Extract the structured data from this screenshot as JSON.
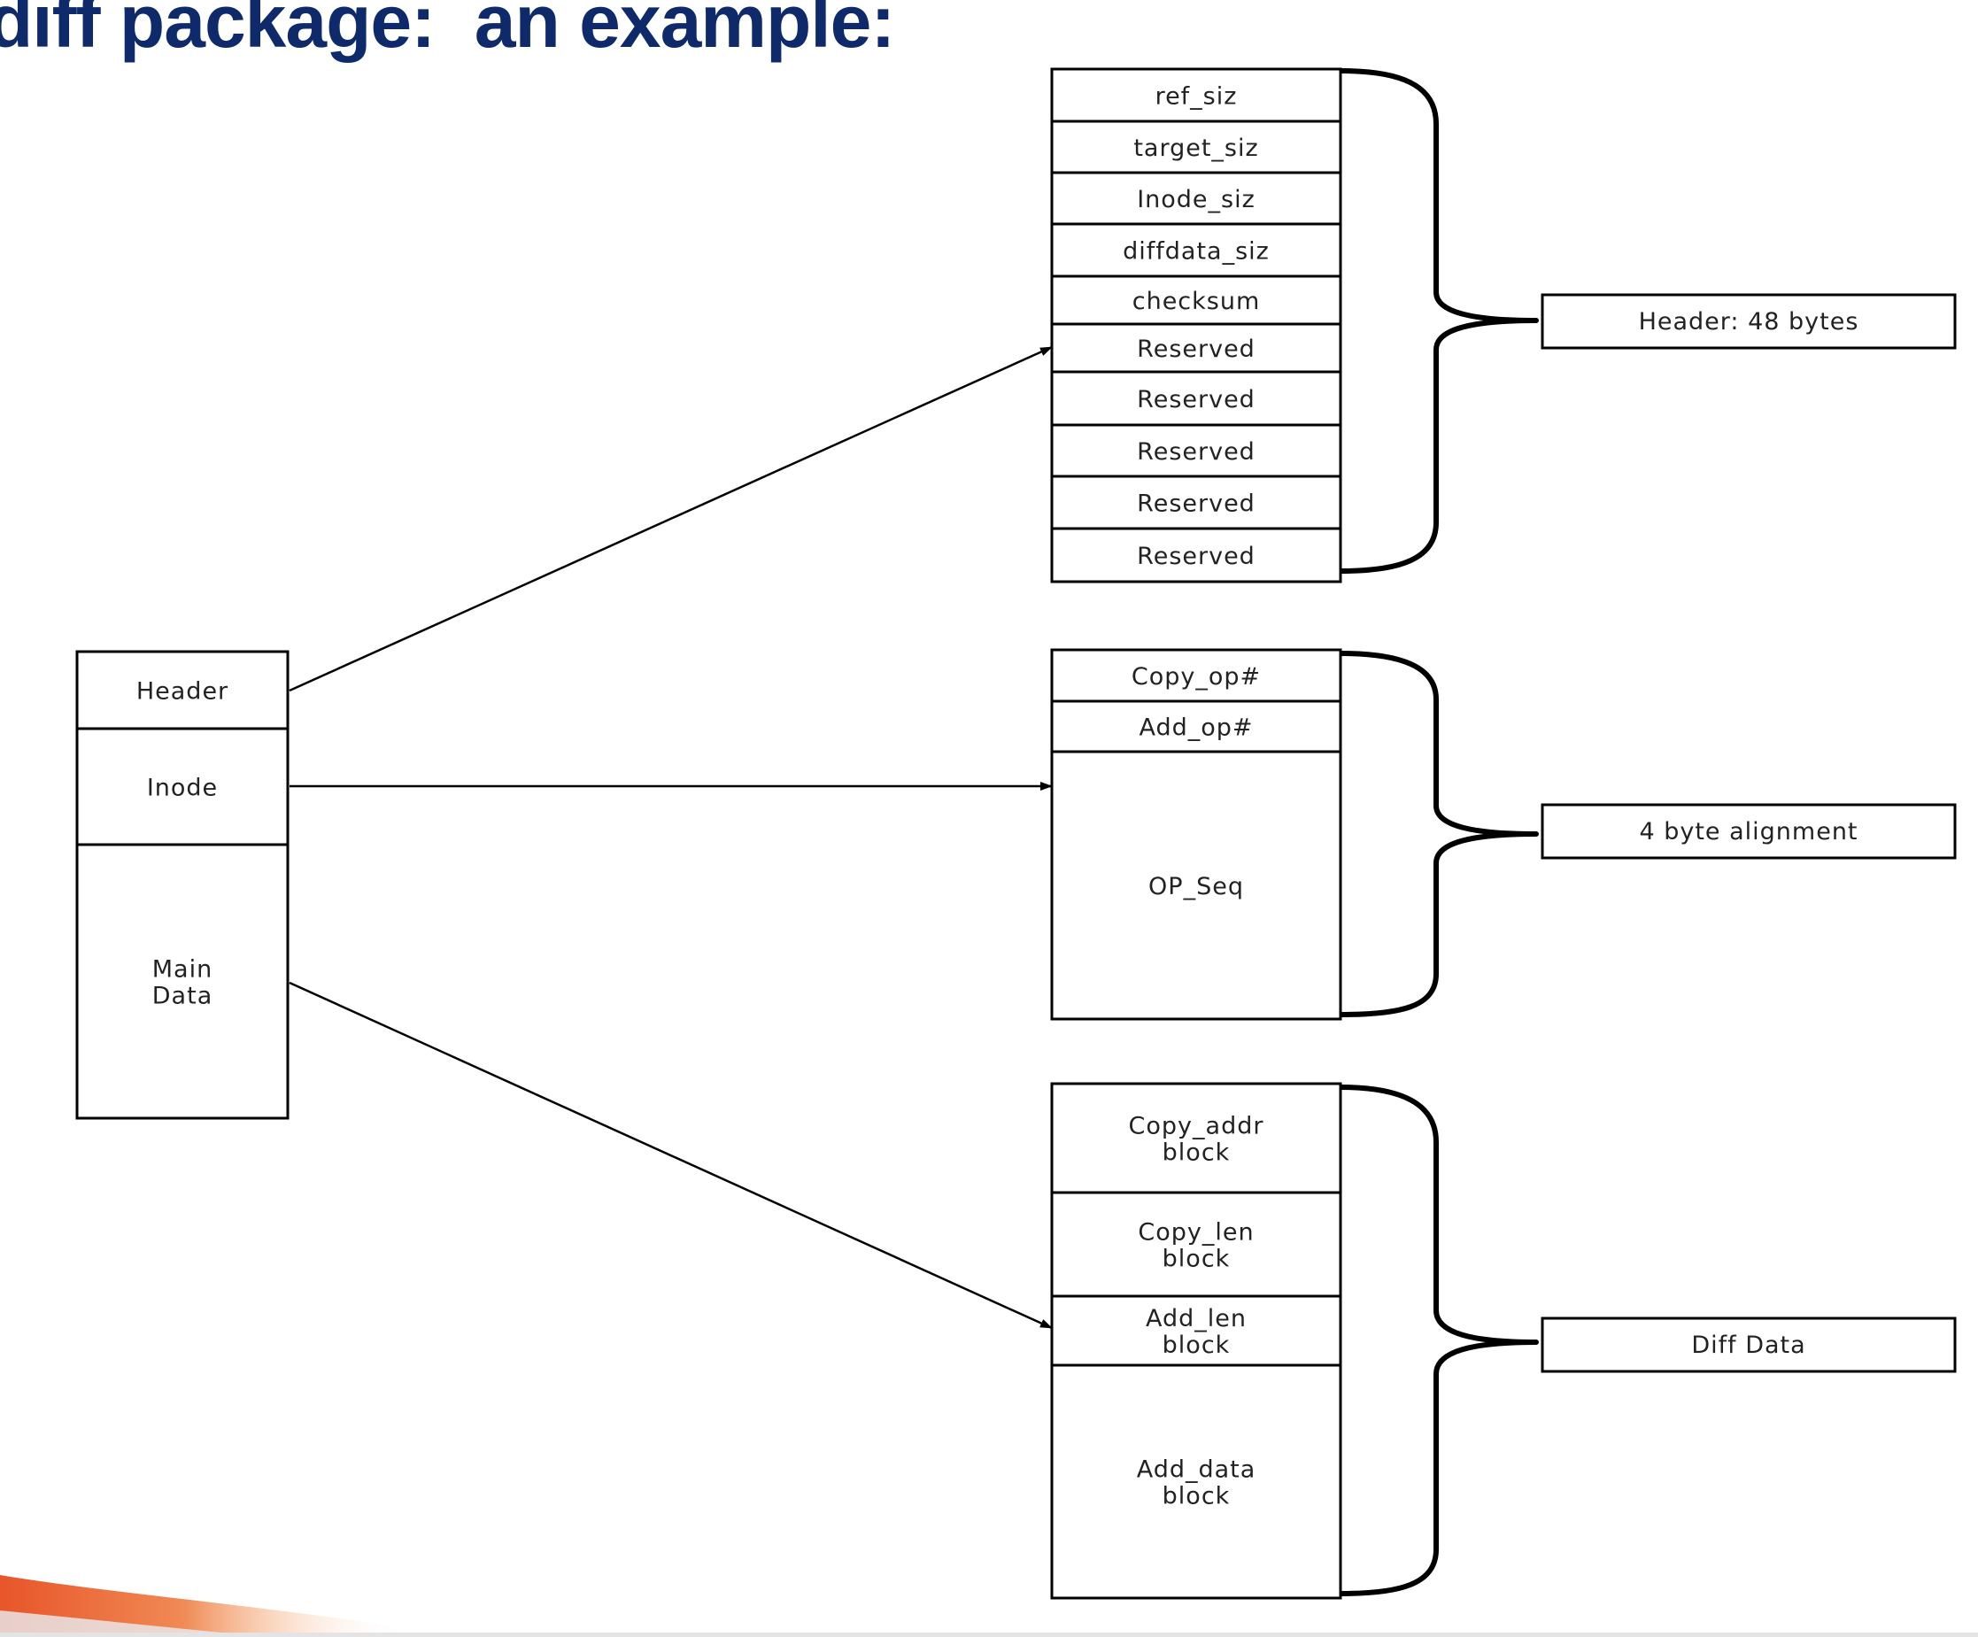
{
  "slide": {
    "title": "diff package:  an example:"
  },
  "package": {
    "segments": [
      {
        "label": "Header",
        "color": "#22dd11"
      },
      {
        "label": "Inode",
        "color": "#00ffff"
      },
      {
        "label": "Main\nData",
        "color": "#c0c0c0"
      }
    ]
  },
  "header_struct": {
    "fields": [
      "ref_siz",
      "target_siz",
      "Inode_siz",
      "diffdata_siz",
      "checksum",
      "Reserved",
      "Reserved",
      "Reserved",
      "Reserved",
      "Reserved"
    ],
    "label": "Header: 48 bytes"
  },
  "inode_struct": {
    "fields": [
      "Copy_op#",
      "Add_op#",
      "OP_Seq"
    ],
    "label": "4 byte alignment"
  },
  "diffdata_struct": {
    "fields": [
      "Copy_addr\nblock",
      "Copy_len\nblock",
      "Add_len\nblock",
      "Add_data\nblock"
    ],
    "label": "Diff Data"
  },
  "colors": {
    "title": "#0f2a6b",
    "swoosh": "#e8552a"
  }
}
